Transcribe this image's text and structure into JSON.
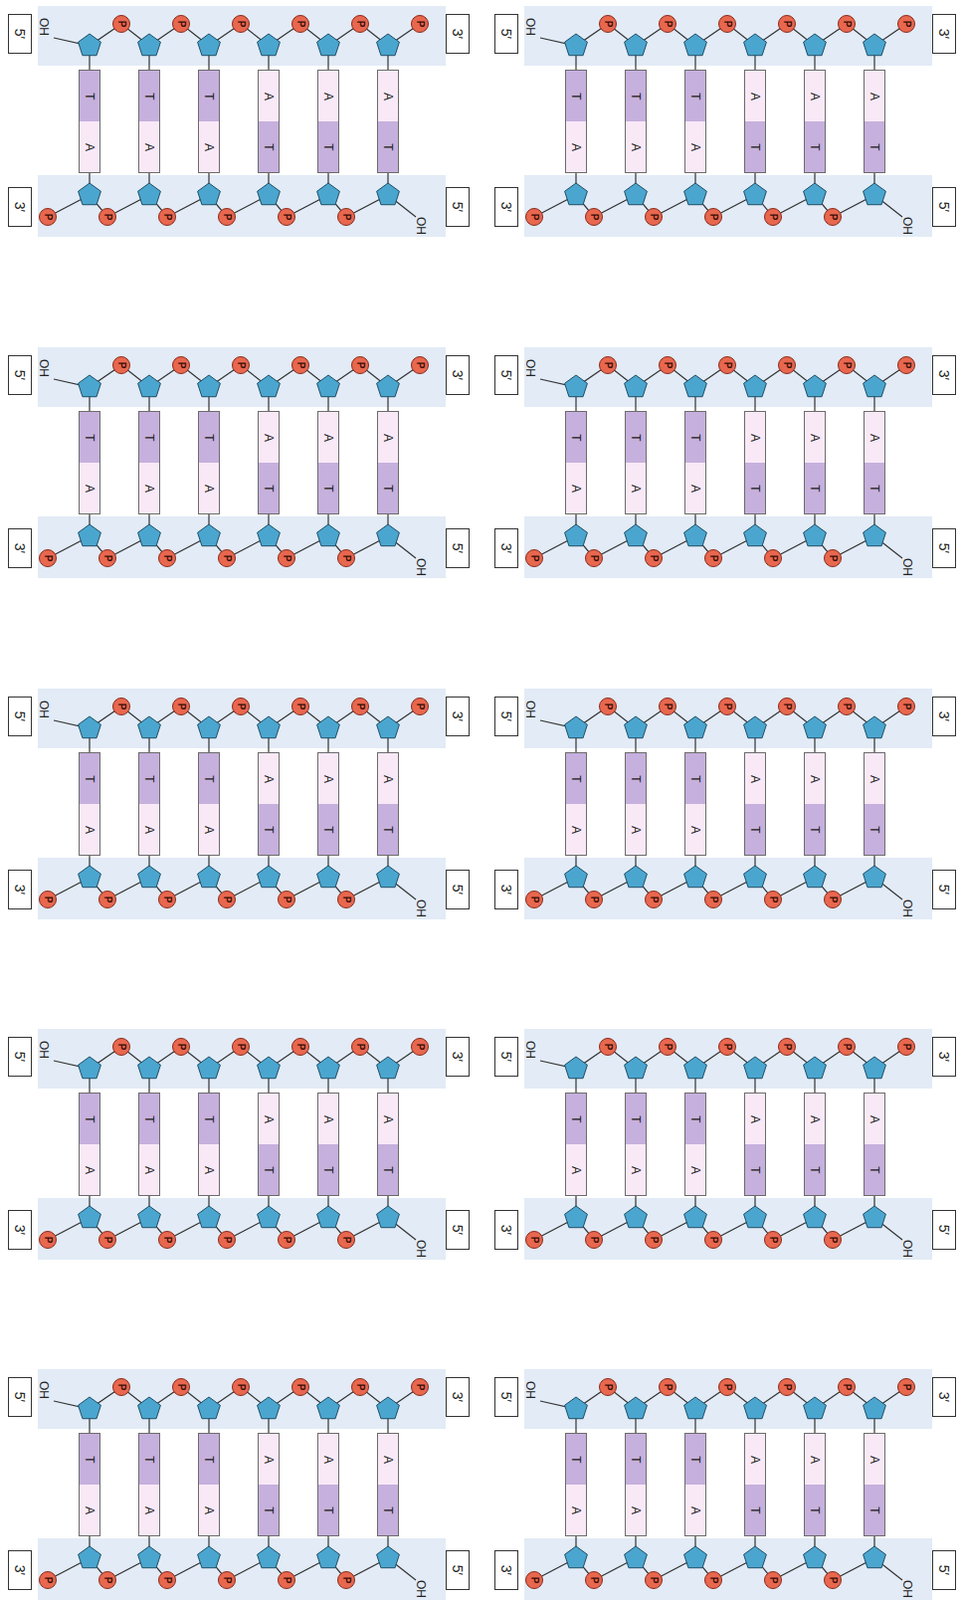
{
  "diagram": {
    "nodes": [
      {
        "text": [
          "5′"
        ]
      },
      {
        "text": [
          "P"
        ]
      },
      {
        "text": [
          "P"
        ]
      },
      {
        "text": [
          "P"
        ]
      },
      {
        "text": [
          "P"
        ]
      },
      {
        "text": [
          "P"
        ]
      },
      {
        "text": [
          "P"
        ]
      },
      {
        "text": [
          "3′"
        ]
      },
      {
        "text": [
          "T",
          "A"
        ]
      },
      {
        "text": [
          "T",
          "A"
        ]
      },
      {
        "text": [
          "T",
          "A"
        ]
      },
      {
        "text": [
          "A",
          "T"
        ]
      },
      {
        "text": [
          "A",
          "T"
        ]
      },
      {
        "text": [
          "A",
          "T"
        ]
      },
      {
        "text": [
          "3′"
        ]
      },
      {
        "text": [
          "P"
        ]
      },
      {
        "text": [
          "P"
        ]
      },
      {
        "text": [
          "P"
        ]
      },
      {
        "text": [
          "P"
        ]
      },
      {
        "text": [
          "P"
        ]
      },
      {
        "text": [
          "P"
        ]
      },
      {
        "text": [
          "5′"
        ]
      },
      {
        "text": [
          "5′"
        ]
      },
      {
        "text": [
          "P"
        ]
      },
      {
        "text": [
          "P"
        ]
      },
      {
        "text": [
          "P"
        ]
      },
      {
        "text": [
          "P"
        ]
      },
      {
        "text": [
          "P"
        ]
      },
      {
        "text": [
          "P"
        ]
      },
      {
        "text": [
          "3′"
        ]
      },
      {
        "text": [
          "T",
          "A"
        ]
      },
      {
        "text": [
          "T",
          "A"
        ]
      },
      {
        "text": [
          "T",
          "A"
        ]
      },
      {
        "text": [
          "A",
          "T"
        ]
      },
      {
        "text": [
          "A",
          "T"
        ]
      },
      {
        "text": [
          "A",
          "T"
        ]
      },
      {
        "text": [
          "3′"
        ]
      },
      {
        "text": [
          "P"
        ]
      },
      {
        "text": [
          "P"
        ]
      },
      {
        "text": [
          "P"
        ]
      },
      {
        "text": [
          "P"
        ]
      },
      {
        "text": [
          "P"
        ]
      },
      {
        "text": [
          "P"
        ]
      },
      {
        "text": [
          "5′"
        ]
      },
      {
        "text": [
          "5′"
        ]
      },
      {
        "text": [
          "P"
        ]
      },
      {
        "text": [
          "P"
        ]
      },
      {
        "text": [
          "P"
        ]
      },
      {
        "text": [
          "P"
        ]
      },
      {
        "text": [
          "P"
        ]
      },
      {
        "text": [
          "P"
        ]
      },
      {
        "text": [
          "3′"
        ]
      },
      {
        "text": [
          "T",
          "A"
        ]
      },
      {
        "text": [
          "T",
          "A"
        ]
      },
      {
        "text": [
          "T",
          "A"
        ]
      },
      {
        "text": [
          "A",
          "T"
        ]
      },
      {
        "text": [
          "A",
          "T"
        ]
      },
      {
        "text": [
          "A",
          "T"
        ]
      },
      {
        "text": [
          "3′"
        ]
      },
      {
        "text": [
          "P"
        ]
      },
      {
        "text": [
          "P"
        ]
      },
      {
        "text": [
          "P"
        ]
      },
      {
        "text": [
          "P"
        ]
      },
      {
        "text": [
          "P"
        ]
      },
      {
        "text": [
          "P"
        ]
      },
      {
        "text": [
          "5′"
        ]
      },
      {
        "text": [
          "5′"
        ]
      },
      {
        "text": [
          "P"
        ]
      },
      {
        "text": [
          "P"
        ]
      },
      {
        "text": [
          "P"
        ]
      },
      {
        "text": [
          "P"
        ]
      },
      {
        "text": [
          "P"
        ]
      },
      {
        "text": [
          "P"
        ]
      },
      {
        "text": [
          "3′"
        ]
      },
      {
        "text": [
          "T",
          "A"
        ]
      },
      {
        "text": [
          "T",
          "A"
        ]
      },
      {
        "text": [
          "T",
          "A"
        ]
      },
      {
        "text": [
          "A",
          "T"
        ]
      },
      {
        "text": [
          "A",
          "T"
        ]
      },
      {
        "text": [
          "A",
          "T"
        ]
      },
      {
        "text": [
          "3′"
        ]
      },
      {
        "text": [
          "P"
        ]
      },
      {
        "text": [
          "P"
        ]
      },
      {
        "text": [
          "P"
        ]
      },
      {
        "text": [
          "P"
        ]
      },
      {
        "text": [
          "P"
        ]
      },
      {
        "text": [
          "P"
        ]
      },
      {
        "text": [
          "5′"
        ]
      },
      {
        "text": [
          "5′"
        ]
      },
      {
        "text": [
          "P"
        ]
      },
      {
        "text": [
          "P"
        ]
      },
      {
        "text": [
          "P"
        ]
      },
      {
        "text": [
          "P"
        ]
      },
      {
        "text": [
          "P"
        ]
      },
      {
        "text": [
          "P"
        ]
      },
      {
        "text": [
          "3′"
        ]
      },
      {
        "text": [
          "T",
          "A"
        ]
      },
      {
        "text": [
          "T",
          "A"
        ]
      },
      {
        "text": [
          "T",
          "A"
        ]
      },
      {
        "text": [
          "A",
          "T"
        ]
      },
      {
        "text": [
          "A",
          "T"
        ]
      },
      {
        "text": [
          "A",
          "T"
        ]
      },
      {
        "text": [
          "3′"
        ]
      },
      {
        "text": [
          "P"
        ]
      },
      {
        "text": [
          "P"
        ]
      },
      {
        "text": [
          "P"
        ]
      },
      {
        "text": [
          "P"
        ]
      },
      {
        "text": [
          "P"
        ]
      },
      {
        "text": [
          "P"
        ]
      },
      {
        "text": [
          "5′"
        ]
      },
      {
        "text": [
          "5′"
        ]
      },
      {
        "text": [
          "P"
        ]
      },
      {
        "text": [
          "P"
        ]
      },
      {
        "text": [
          "P"
        ]
      },
      {
        "text": [
          "P"
        ]
      },
      {
        "text": [
          "P"
        ]
      },
      {
        "text": [
          "P"
        ]
      },
      {
        "text": [
          "3′"
        ]
      },
      {
        "text": [
          "T",
          "A"
        ]
      },
      {
        "text": [
          "T",
          "A"
        ]
      },
      {
        "text": [
          "T",
          "A"
        ]
      },
      {
        "text": [
          "A",
          "T"
        ]
      },
      {
        "text": [
          "A",
          "T"
        ]
      },
      {
        "text": [
          "A",
          "T"
        ]
      },
      {
        "text": [
          "3′"
        ]
      },
      {
        "text": [
          "P"
        ]
      },
      {
        "text": [
          "P"
        ]
      },
      {
        "text": [
          "P"
        ]
      },
      {
        "text": [
          "P"
        ]
      },
      {
        "text": [
          "P"
        ]
      },
      {
        "text": [
          "P"
        ]
      },
      {
        "text": [
          "5′"
        ]
      },
      {
        "text": [
          "5′"
        ]
      },
      {
        "text": [
          "P"
        ]
      },
      {
        "text": [
          "P"
        ]
      },
      {
        "text": [
          "P"
        ]
      },
      {
        "text": [
          "P"
        ]
      },
      {
        "text": [
          "P"
        ]
      },
      {
        "text": [
          "P"
        ]
      },
      {
        "text": [
          "3′"
        ]
      },
      {
        "text": [
          "T",
          "A"
        ]
      },
      {
        "text": [
          "T",
          "A"
        ]
      },
      {
        "text": [
          "T",
          "A"
        ]
      },
      {
        "text": [
          "A",
          "T"
        ]
      },
      {
        "text": [
          "A",
          "T"
        ]
      },
      {
        "text": [
          "A",
          "T"
        ]
      },
      {
        "text": [
          "3′"
        ]
      },
      {
        "text": [
          "P"
        ]
      },
      {
        "text": [
          "P"
        ]
      },
      {
        "text": [
          "P"
        ]
      },
      {
        "text": [
          "P"
        ]
      },
      {
        "text": [
          "P"
        ]
      },
      {
        "text": [
          "P"
        ]
      },
      {
        "text": [
          "5′"
        ]
      },
      {
        "text": [
          "5′"
        ]
      },
      {
        "text": [
          "P"
        ]
      },
      {
        "text": [
          "P"
        ]
      },
      {
        "text": [
          "P"
        ]
      },
      {
        "text": [
          "P"
        ]
      },
      {
        "text": [
          "P"
        ]
      },
      {
        "text": [
          "P"
        ]
      },
      {
        "text": [
          "3′"
        ]
      },
      {
        "text": [
          "T",
          "A"
        ]
      },
      {
        "text": [
          "T",
          "A"
        ]
      },
      {
        "text": [
          "T",
          "A"
        ]
      },
      {
        "text": [
          "A",
          "T"
        ]
      },
      {
        "text": [
          "A",
          "T"
        ]
      },
      {
        "text": [
          "A",
          "T"
        ]
      },
      {
        "text": [
          "3′"
        ]
      },
      {
        "text": [
          "P"
        ]
      },
      {
        "text": [
          "P"
        ]
      },
      {
        "text": [
          "P"
        ]
      },
      {
        "text": [
          "P"
        ]
      },
      {
        "text": [
          "P"
        ]
      },
      {
        "text": [
          "P"
        ]
      },
      {
        "text": [
          "5′"
        ]
      },
      {
        "text": [
          "5′"
        ]
      },
      {
        "text": [
          "P"
        ]
      },
      {
        "text": [
          "P"
        ]
      },
      {
        "text": [
          "P"
        ]
      },
      {
        "text": [
          "P"
        ]
      },
      {
        "text": [
          "P"
        ]
      },
      {
        "text": [
          "P"
        ]
      },
      {
        "text": [
          "3′"
        ]
      },
      {
        "text": [
          "T",
          "A"
        ]
      },
      {
        "text": [
          "T",
          "A"
        ]
      },
      {
        "text": [
          "T",
          "A"
        ]
      },
      {
        "text": [
          "A",
          "T"
        ]
      },
      {
        "text": [
          "A",
          "T"
        ]
      },
      {
        "text": [
          "A",
          "T"
        ]
      },
      {
        "text": [
          "3′"
        ]
      },
      {
        "text": [
          "P"
        ]
      },
      {
        "text": [
          "P"
        ]
      },
      {
        "text": [
          "P"
        ]
      },
      {
        "text": [
          "P"
        ]
      },
      {
        "text": [
          "P"
        ]
      },
      {
        "text": [
          "P"
        ]
      },
      {
        "text": [
          "5′"
        ]
      },
      {
        "text": [
          "5′"
        ]
      },
      {
        "text": [
          "P"
        ]
      },
      {
        "text": [
          "P"
        ]
      },
      {
        "text": [
          "P"
        ]
      },
      {
        "text": [
          "P"
        ]
      },
      {
        "text": [
          "P"
        ]
      },
      {
        "text": [
          "P"
        ]
      },
      {
        "text": [
          "3′"
        ]
      },
      {
        "text": [
          "T",
          "A"
        ]
      },
      {
        "text": [
          "T",
          "A"
        ]
      },
      {
        "text": [
          "T",
          "A"
        ]
      },
      {
        "text": [
          "A",
          "T"
        ]
      },
      {
        "text": [
          "A",
          "T"
        ]
      },
      {
        "text": [
          "A",
          "T"
        ]
      },
      {
        "text": [
          "3′"
        ]
      },
      {
        "text": [
          "P"
        ]
      },
      {
        "text": [
          "P"
        ]
      },
      {
        "text": [
          "P"
        ]
      },
      {
        "text": [
          "P"
        ]
      },
      {
        "text": [
          "P"
        ]
      },
      {
        "text": [
          "P"
        ]
      },
      {
        "text": [
          "5′"
        ]
      }
    ],
    "labels": [
      "OH",
      "OH",
      "OH",
      "OH",
      "OH",
      "OH",
      "OH",
      "OH",
      "OH",
      "OH",
      "OH",
      "OH",
      "OH",
      "OH",
      "OH",
      "OH",
      "OH",
      "OH",
      "OH",
      "OH"
    ]
  }
}
